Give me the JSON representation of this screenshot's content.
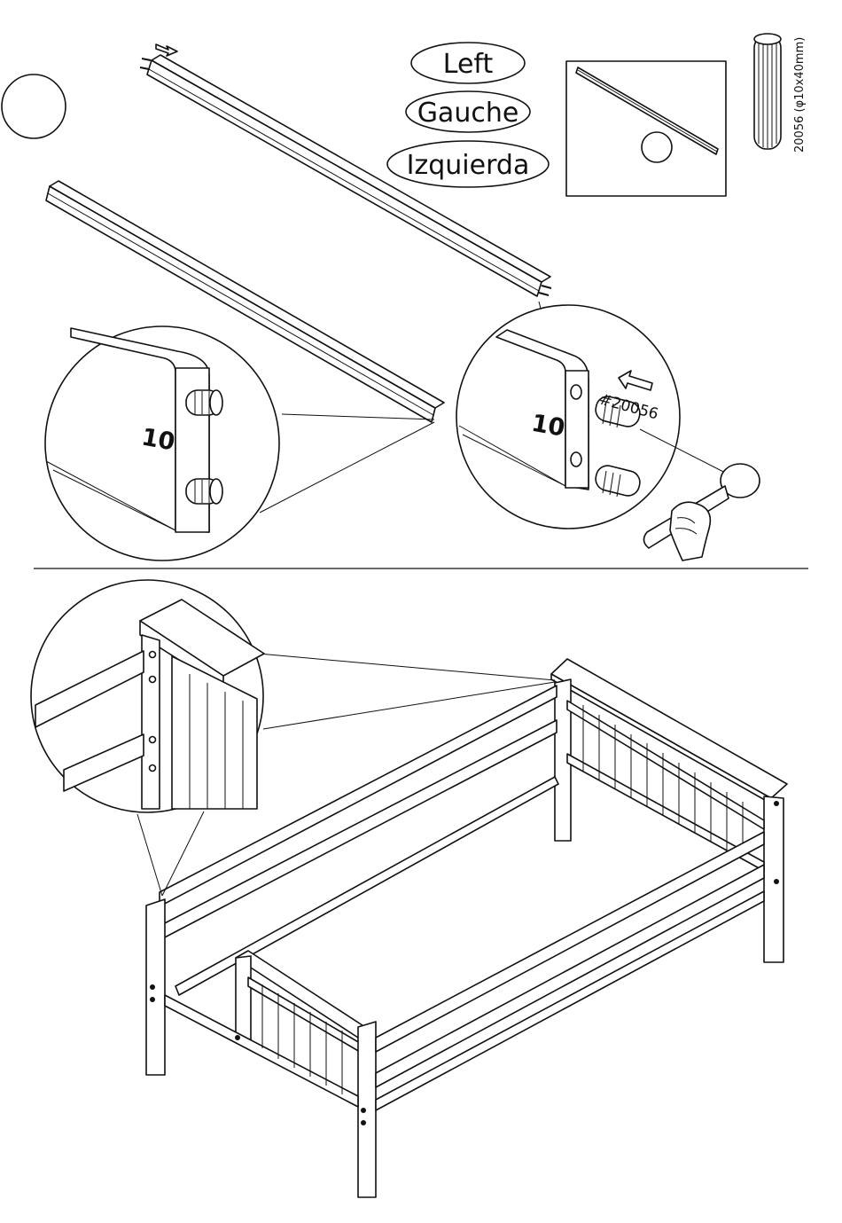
{
  "labels": {
    "left": "Left",
    "gauche": "Gauche",
    "izquierda": "Izquierda"
  },
  "part_marking": "10",
  "dowel": {
    "part_number": "#20056",
    "spec": "20056 (φ10x40mm)"
  }
}
